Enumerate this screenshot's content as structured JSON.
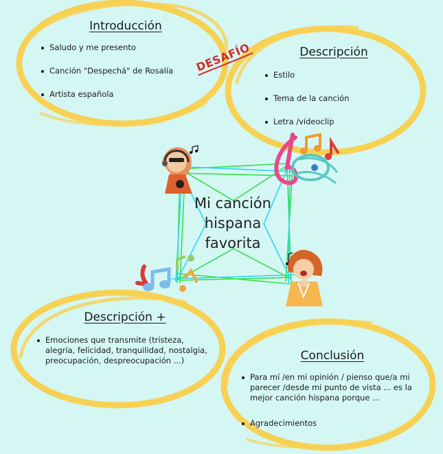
{
  "intro": {
    "heading": "Introducción",
    "items": [
      "Saludo y me presento",
      "Canción \"Despechá\" de Rosalía",
      "Artista española"
    ]
  },
  "stamp": "DESAFÍO",
  "descripcion": {
    "heading": "Descripción",
    "items": [
      "Estilo",
      "Tema de la canción",
      "Letra /vídeoclip"
    ]
  },
  "center": {
    "line1": "Mi canción",
    "line2": "hispana",
    "line3": "favorita"
  },
  "descripcion_plus": {
    "heading": "Descripción +",
    "items": [
      "Emociones que transmite (tristeza, alegría, felicidad, tranquilidad, nostalgia, preocupación, despreocupación ...)"
    ]
  },
  "conclusion": {
    "heading": "Conclusión",
    "items": [
      "Para mí /en mi opinión / pienso que/a mi parecer /desde mi punto de vista ... es la mejor canción hispana porque ...",
      "Agradecimientos"
    ]
  }
}
